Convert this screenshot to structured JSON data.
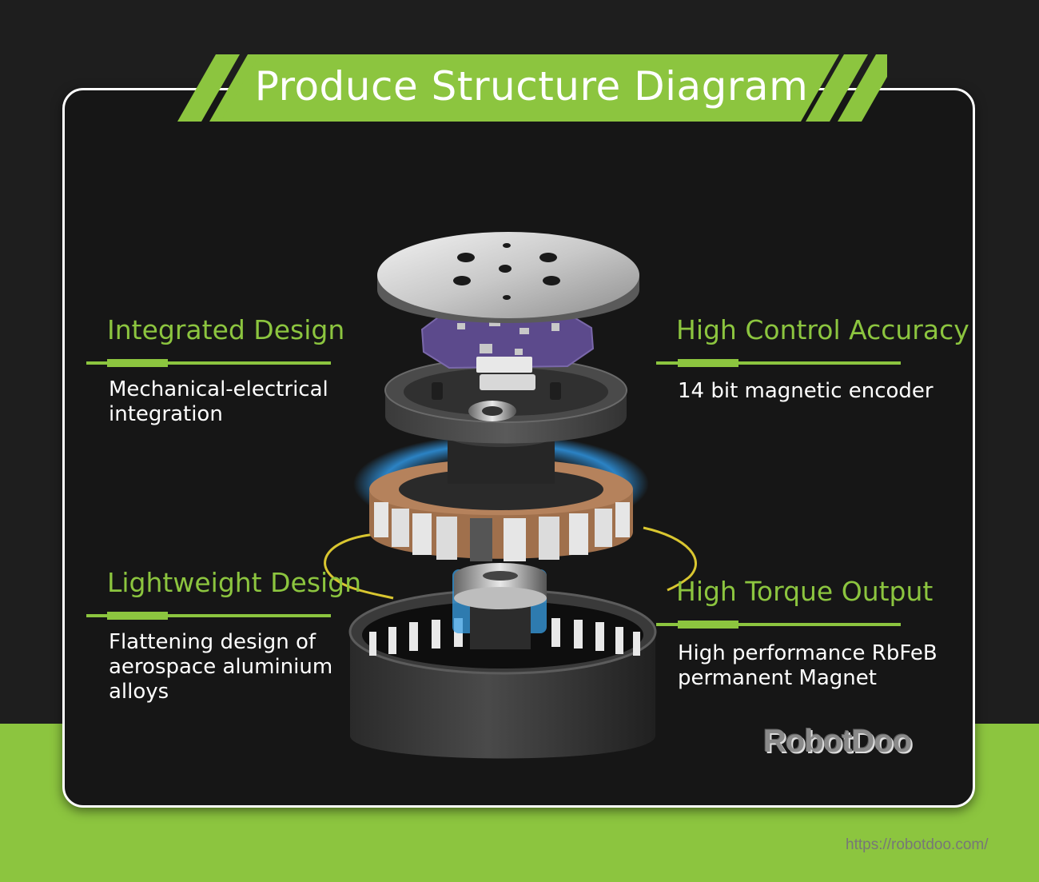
{
  "title": "Produce Structure Diagram",
  "colors": {
    "accent": "#8cc53f",
    "background": "#1e1e1e",
    "panel": "#161616",
    "glow": "#2e8fd8",
    "orbit": "#d9c630"
  },
  "features": {
    "integrated": {
      "title": "Integrated Design",
      "desc": "Mechanical-electrical integration"
    },
    "accuracy": {
      "title": "High Control Accuracy",
      "desc": "14 bit magnetic encoder"
    },
    "lightweight": {
      "title": "Lightweight Design",
      "desc": "Flattening design of aerospace aluminium alloys"
    },
    "torque": {
      "title": "High Torque Output",
      "desc": "High performance RbFeB permanent Magnet"
    }
  },
  "watermark": "RobotDoo",
  "url": "https://robotdoo.com/"
}
